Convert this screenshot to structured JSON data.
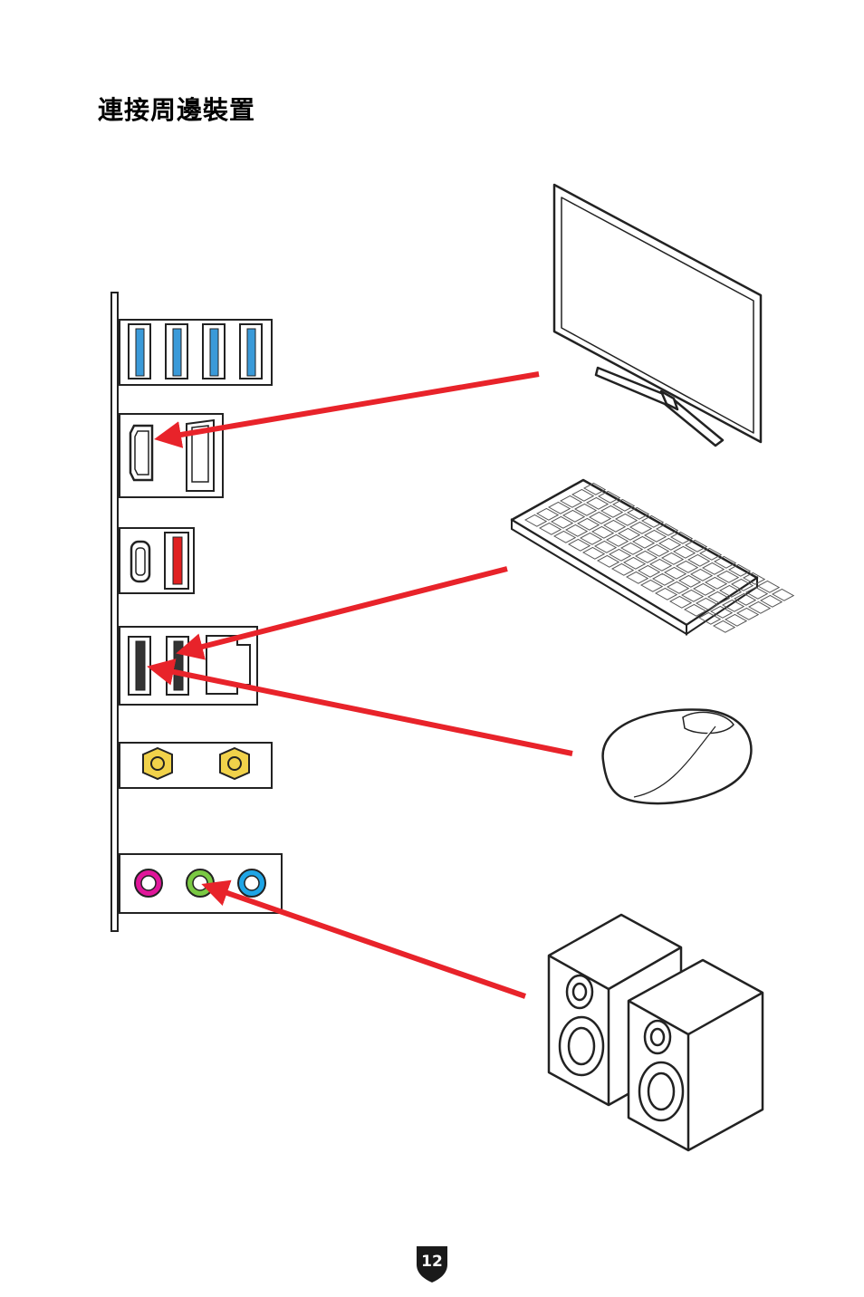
{
  "page": {
    "title": "連接周邊裝置",
    "page_number": "12"
  },
  "colors": {
    "arrow": "#e8232a",
    "usb_blue": "#3a9ad9",
    "usb_red": "#e02020",
    "antenna_gold": "#f1d24a",
    "audio_pink": "#e0169a",
    "audio_green": "#7ac943",
    "audio_blue": "#1ea5e6",
    "badge": "#1a1a1a"
  },
  "connections": [
    {
      "device": "monitor-icon",
      "port": "hdmi-port"
    },
    {
      "device": "keyboard-icon",
      "port": "usb-port"
    },
    {
      "device": "mouse-icon",
      "port": "usb-port"
    },
    {
      "device": "speakers-icon",
      "port": "audio-line-out-port"
    }
  ]
}
